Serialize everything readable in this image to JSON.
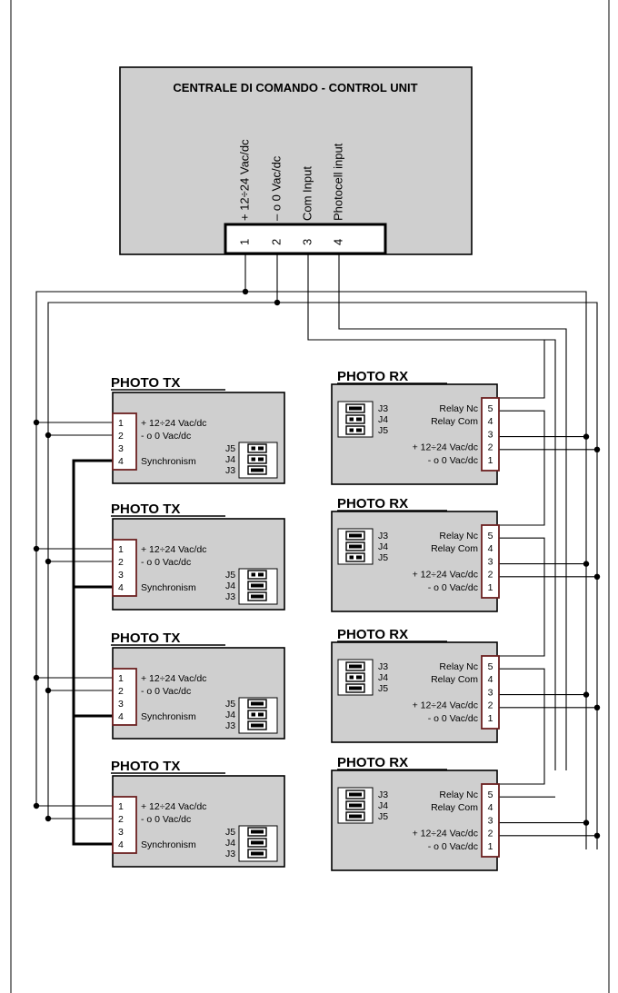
{
  "control_unit": {
    "title": "CENTRALE DI COMANDO - CONTROL UNIT",
    "terminals": [
      {
        "num": "1",
        "label": "+ 12÷24 Vac/dc"
      },
      {
        "num": "2",
        "label": "– o 0 Vac/dc"
      },
      {
        "num": "3",
        "label": "Com Input"
      },
      {
        "num": "4",
        "label": "Photocell input"
      }
    ]
  },
  "tx": {
    "title": "PHOTO TX",
    "pins": [
      {
        "num": "1",
        "label": "+ 12÷24 Vac/dc"
      },
      {
        "num": "2",
        "label": "- o 0 Vac/dc"
      },
      {
        "num": "3",
        "label": ""
      },
      {
        "num": "4",
        "label": "Synchronism"
      }
    ],
    "jumpers": [
      "J5",
      "J4",
      "J3"
    ]
  },
  "rx": {
    "title": "PHOTO RX",
    "pins": [
      {
        "num": "5",
        "label": "Relay Nc"
      },
      {
        "num": "4",
        "label": "Relay Com"
      },
      {
        "num": "3",
        "label": ""
      },
      {
        "num": "2",
        "label": "+ 12÷24 Vac/dc"
      },
      {
        "num": "1",
        "label": "- o 0 Vac/dc"
      }
    ],
    "jumpers": [
      "J3",
      "J4",
      "J5"
    ]
  },
  "jumper_settings": {
    "tx": [
      [
        "half",
        "half",
        "full"
      ],
      [
        "half",
        "full",
        "full"
      ],
      [
        "full",
        "half",
        "full"
      ],
      [
        "full",
        "full",
        "full"
      ]
    ],
    "rx": [
      [
        "full",
        "half",
        "half"
      ],
      [
        "full",
        "full",
        "half"
      ],
      [
        "full",
        "half",
        "full"
      ],
      [
        "full",
        "full",
        "full"
      ]
    ]
  }
}
